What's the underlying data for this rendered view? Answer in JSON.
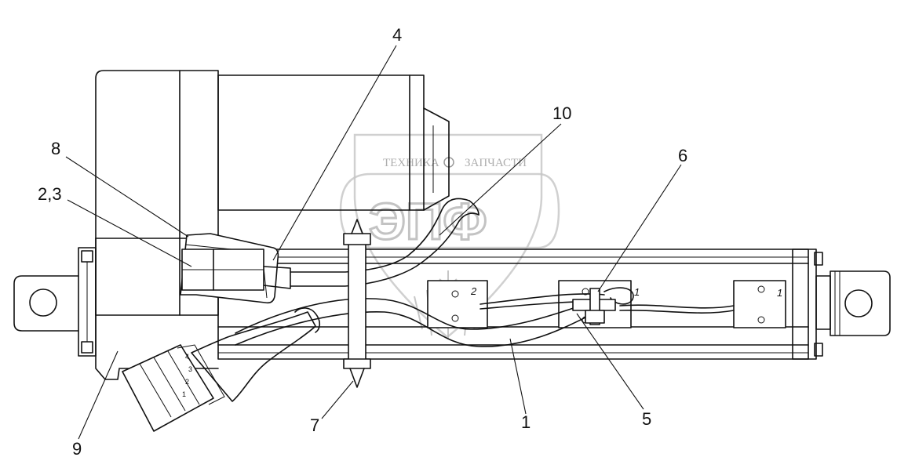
{
  "watermark": {
    "top_left": "ТЕХНИКА",
    "top_right": "ЗАПЧАСТИ",
    "logo": "ЭПФ"
  },
  "part_marks": {
    "bracket_2": "2",
    "bracket_1": "1",
    "wire_mark": "1"
  },
  "connector_pins": [
    "1",
    "2",
    "3",
    "4"
  ],
  "callouts": [
    {
      "id": "c4",
      "label": "4"
    },
    {
      "id": "c10",
      "label": "10"
    },
    {
      "id": "c8",
      "label": "8"
    },
    {
      "id": "c6",
      "label": "6"
    },
    {
      "id": "c23",
      "label": "2,3"
    },
    {
      "id": "c9",
      "label": "9"
    },
    {
      "id": "c7",
      "label": "7"
    },
    {
      "id": "c1",
      "label": "1"
    },
    {
      "id": "c5",
      "label": "5"
    }
  ]
}
